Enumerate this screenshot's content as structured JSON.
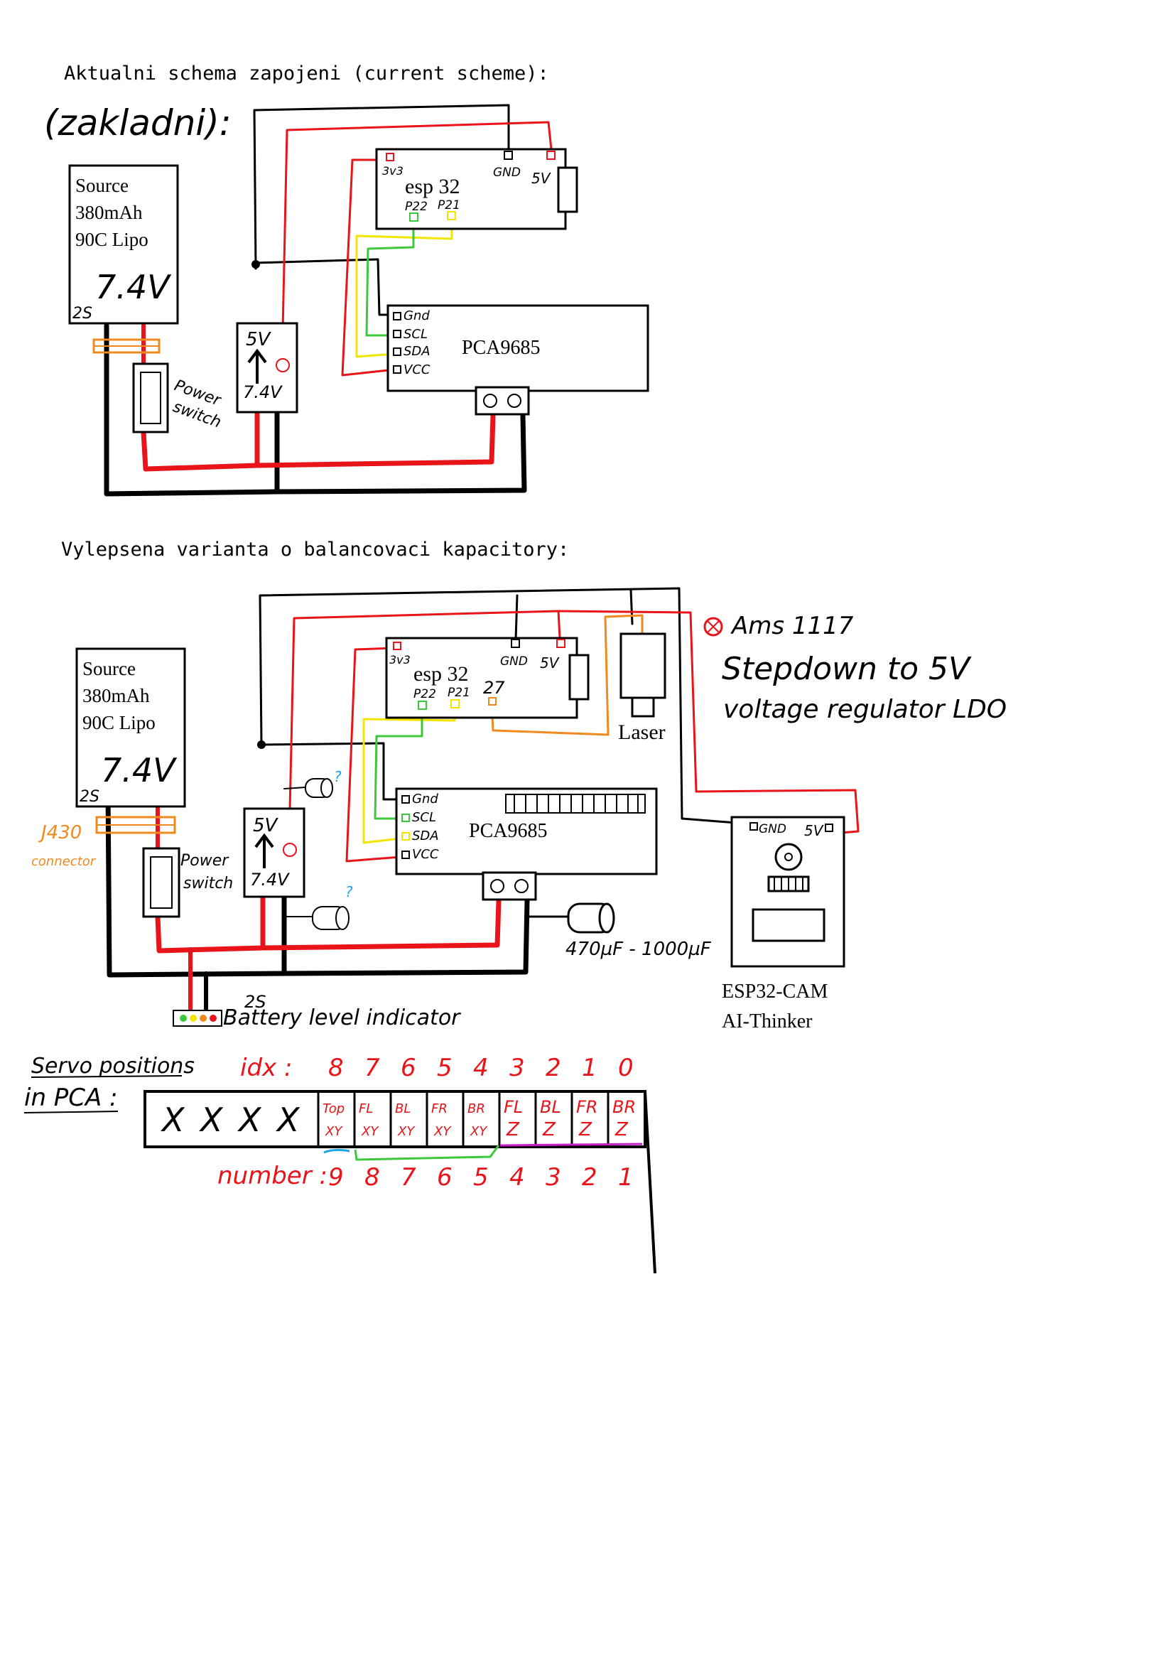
{
  "section1": {
    "title": "Aktualni schema zapojeni (current scheme):",
    "subtitle": "(zakladni):",
    "source": {
      "line1": "Source",
      "line2": "380mAh",
      "line3": "90C Lipo",
      "voltage": "7.4V",
      "cells": "2S"
    },
    "switch": {
      "line1": "Power",
      "line2": "switch"
    },
    "regulator": {
      "out": "5V",
      "in": "7.4V"
    },
    "esp": {
      "name": "esp 32",
      "pin_3v3": "3v3",
      "pin_gnd": "GND",
      "pin_5v": "5V",
      "pin_p22": "P22",
      "pin_p21": "P21"
    },
    "pca": {
      "name": "PCA9685",
      "pin_gnd": "Gnd",
      "pin_scl": "SCL",
      "pin_sda": "SDA",
      "pin_vcc": "VCC"
    }
  },
  "section2": {
    "title": "Vylepsena varianta o balancovaci kapacitory:",
    "source": {
      "line1": "Source",
      "line2": "380mAh",
      "line3": "90C Lipo",
      "voltage": "7.4V",
      "cells": "2S"
    },
    "connector": {
      "name": "J430",
      "label": "connector"
    },
    "switch": {
      "line1": "Power",
      "line2": "switch"
    },
    "regulator": {
      "out": "5V",
      "in": "7.4V"
    },
    "esp": {
      "name": "esp 32",
      "pin_3v3": "3v3",
      "pin_gnd": "GND",
      "pin_5v": "5V",
      "pin_p22": "P22",
      "pin_p21": "P21",
      "pin_27": "27"
    },
    "pca": {
      "name": "PCA9685",
      "pin_gnd": "Gnd",
      "pin_scl": "SCL",
      "pin_sda": "SDA",
      "pin_vcc": "VCC"
    },
    "laser": "Laser",
    "ams_note": {
      "line1": "Ams 1117",
      "line2": "Stepdown to 5V",
      "line3": "voltage regulator LDO"
    },
    "cam": {
      "pin_gnd": "GND",
      "pin_5v": "5V",
      "name1": "ESP32-CAM",
      "name2": "AI-Thinker"
    },
    "capacitor": "470µF - 1000µF",
    "question": "?",
    "battery": {
      "cells": "2S",
      "label": "Battery level indicator"
    }
  },
  "servo": {
    "heading1": "Servo positions",
    "heading2": "in PCA :",
    "idx_label": "idx :",
    "idx_values": [
      "8",
      "7",
      "6",
      "5",
      "4",
      "3",
      "2",
      "1",
      "0"
    ],
    "number_label": "number :",
    "number_values": [
      "9",
      "8",
      "7",
      "6",
      "5",
      "4",
      "3",
      "2",
      "1"
    ],
    "unused": [
      "X",
      "X",
      "X",
      "X"
    ],
    "cells": [
      {
        "top": "Top",
        "bottom": "XY"
      },
      {
        "top": "FL",
        "bottom": "XY"
      },
      {
        "top": "BL",
        "bottom": "XY"
      },
      {
        "top": "FR",
        "bottom": "XY"
      },
      {
        "top": "BR",
        "bottom": "XY"
      },
      {
        "top": "FL",
        "bottom": "Z"
      },
      {
        "top": "BL",
        "bottom": "Z"
      },
      {
        "top": "FR",
        "bottom": "Z"
      },
      {
        "top": "BR",
        "bottom": "Z"
      }
    ]
  },
  "colors": {
    "red": "#e8141a",
    "black": "#000000",
    "yellow": "#f2e600",
    "green": "#3cc83c",
    "orange": "#f08a1e",
    "cyan": "#1aa6e6",
    "magenta": "#c81ec8"
  }
}
